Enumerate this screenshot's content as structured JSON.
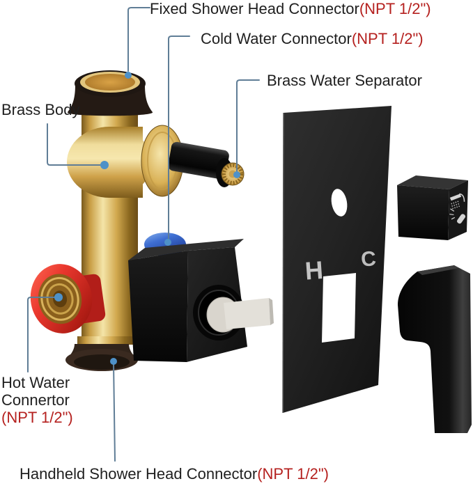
{
  "image_type": "product parts annotation diagram",
  "product": "Matte black shower mixer valve with brass body (exploded view)",
  "annotations": {
    "fixed_shower_head_connector": {
      "label": "Fixed Shower Head Connector",
      "spec": "(NPT 1/2\")"
    },
    "cold_water_connector": {
      "label": "Cold Water Connector",
      "spec": "(NPT 1/2\")"
    },
    "brass_water_separator": {
      "label": "Brass Water Separator"
    },
    "brass_body": {
      "label": "Brass Body"
    },
    "hot_water_connector": {
      "line1": "Hot Water",
      "line2": "Connertor",
      "spec": "(NPT 1/2\")"
    },
    "handheld_shower_head_connector": {
      "label": "Handheld Shower Head Connector",
      "spec": "(NPT 1/2\")"
    }
  },
  "plate_markings": {
    "hot": "H",
    "cold": "C"
  },
  "colors": {
    "label_text": "#1f1f1f",
    "spec_text": "#b5211f",
    "leader_line": "#5f7d96",
    "leader_dot": "#4e91c8",
    "brass": "#d2a94f",
    "hot_connector_red": "#e5312b",
    "cold_connector_blue": "#3f6fd2",
    "matte_black": "#1c1c1c"
  }
}
